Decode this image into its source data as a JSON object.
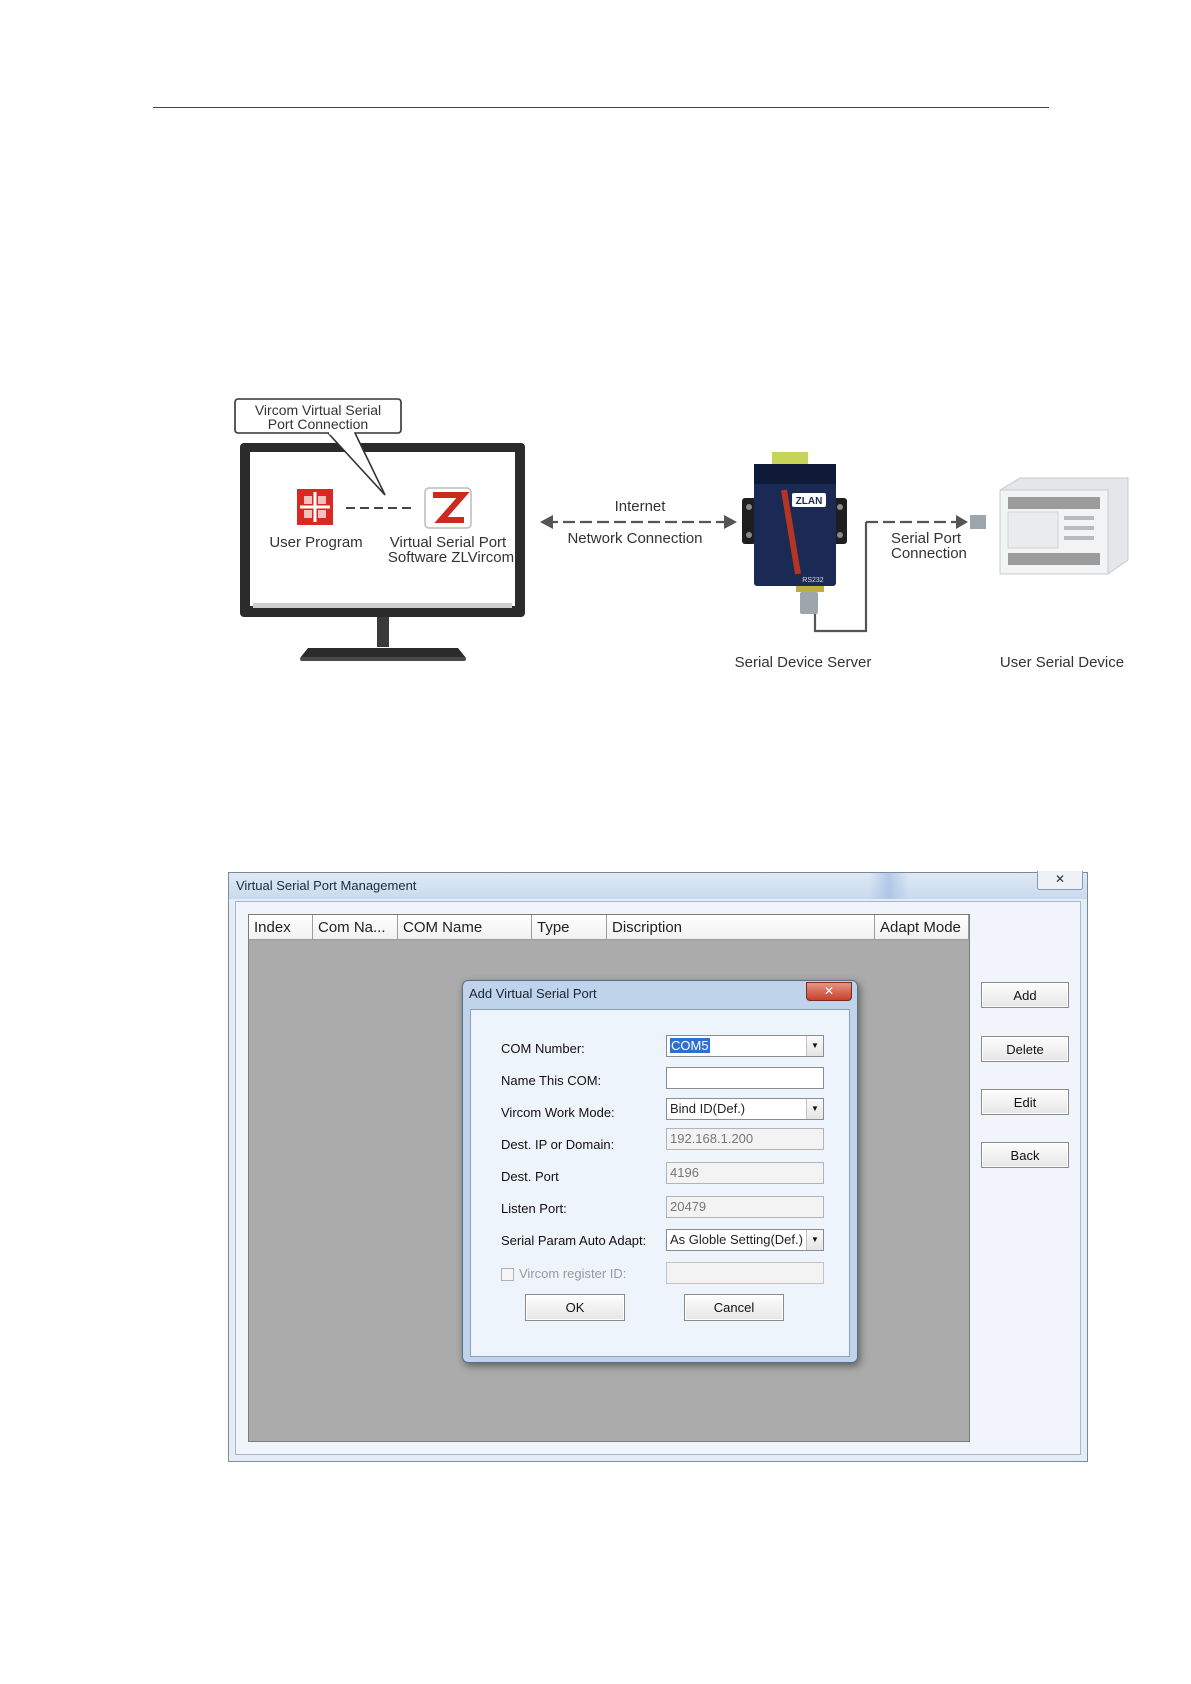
{
  "diagram": {
    "callout": [
      "Vircom Virtual Serial",
      "Port Connection"
    ],
    "user_program": "User Program",
    "vsp_software": [
      "Virtual Serial Port",
      "Software ZLVircom"
    ],
    "internet": "Internet",
    "network_connection": "Network Connection",
    "serial_port_connection": [
      "Serial Port",
      "Connection"
    ],
    "serial_device_server": "Serial Device Server",
    "user_serial_device": "User Serial Device",
    "device_brand": "ZLAN",
    "device_model": "RS232"
  },
  "window": {
    "title": "Virtual Serial Port Management",
    "close_glyph": "✕",
    "columns": [
      "Index",
      "Com Na...",
      "COM Name",
      "Type",
      "Discription",
      "Adapt Mode"
    ],
    "buttons": {
      "add": "Add",
      "delete": "Delete",
      "edit": "Edit",
      "back": "Back"
    }
  },
  "dialog": {
    "title": "Add Virtual Serial Port",
    "close_glyph": "✕",
    "labels": {
      "com_number": "COM Number:",
      "name_com": "Name This COM:",
      "work_mode": "Vircom Work Mode:",
      "dest_ip": "Dest. IP or Domain:",
      "dest_port": "Dest. Port",
      "listen_port": "Listen Port:",
      "serial_param": "Serial Param Auto Adapt:",
      "register_id": "Vircom register ID:"
    },
    "values": {
      "com_number": "COM5",
      "name_com": "",
      "work_mode": "Bind ID(Def.)",
      "dest_ip": "192.168.1.200",
      "dest_port": "4196",
      "listen_port": "20479",
      "serial_param": "As Globle Setting(Def.)",
      "register_id": ""
    },
    "buttons": {
      "ok": "OK",
      "cancel": "Cancel"
    }
  }
}
